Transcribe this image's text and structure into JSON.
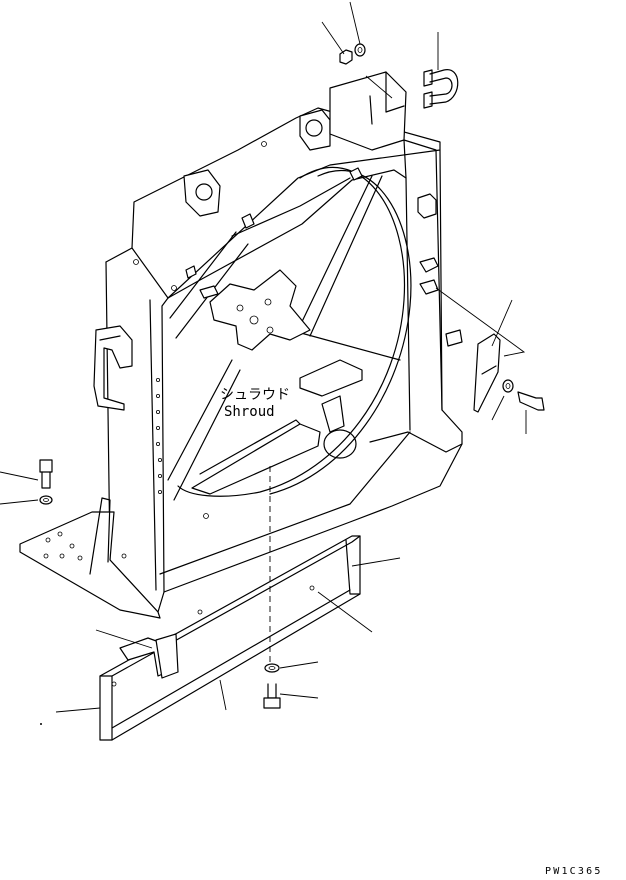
{
  "labels": {
    "shroud_jp": "シュラウド",
    "shroud_en": "Shroud",
    "figure_code": "PW1C365"
  },
  "colors": {
    "line": "#000000",
    "background": "#ffffff"
  }
}
